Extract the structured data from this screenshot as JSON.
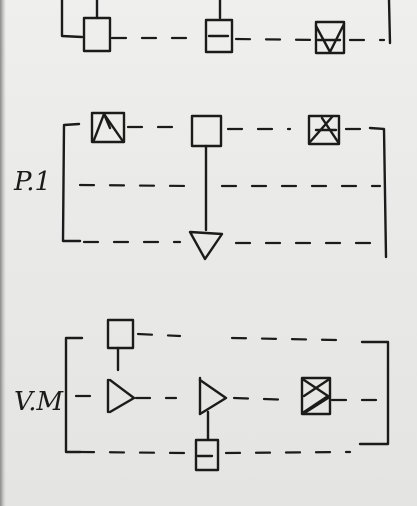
{
  "sections": [
    {
      "id": "top",
      "label": ""
    },
    {
      "id": "p1",
      "label": "P.1"
    },
    {
      "id": "vm",
      "label": "V.M"
    }
  ],
  "colors": {
    "ink": "#1b1b1b",
    "paper": "#ebebe9"
  }
}
